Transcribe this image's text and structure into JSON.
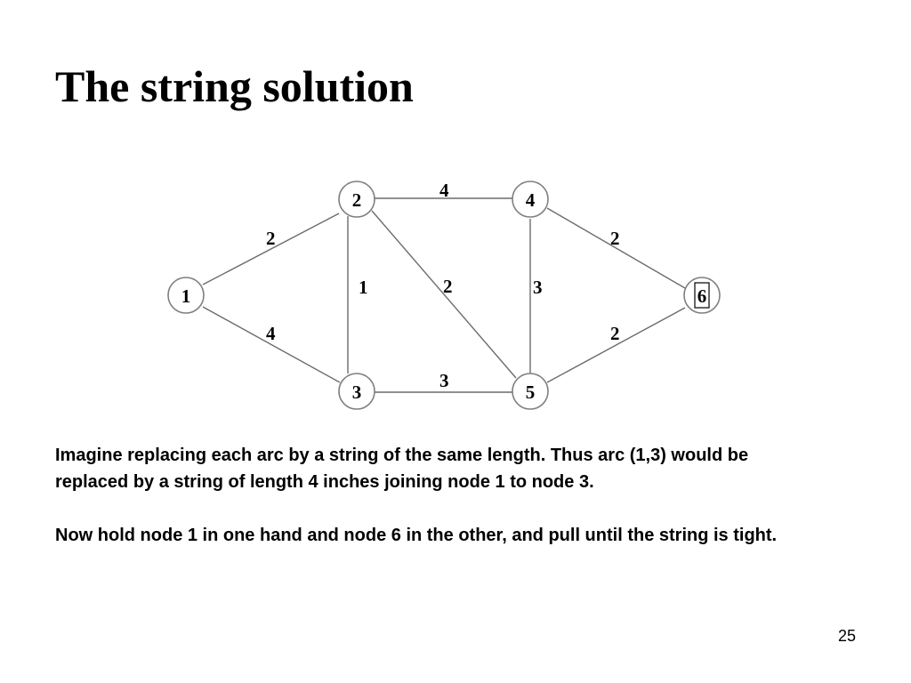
{
  "slide": {
    "title": "The string solution",
    "paragraphs": [
      "Imagine replacing each arc by a string of the same length. Thus arc (1,3) would be replaced by a string of length 4 inches joining node 1 to node 3.",
      "Now hold node 1 in one hand and node 6 in the other, and pull until the string is tight."
    ],
    "page_number": "25"
  },
  "graph": {
    "nodes": [
      {
        "id": "1",
        "label": "1"
      },
      {
        "id": "2",
        "label": "2"
      },
      {
        "id": "3",
        "label": "3"
      },
      {
        "id": "4",
        "label": "4"
      },
      {
        "id": "5",
        "label": "5"
      },
      {
        "id": "6",
        "label": "6"
      }
    ],
    "edges": [
      {
        "from": "1",
        "to": "2",
        "weight": "2"
      },
      {
        "from": "1",
        "to": "3",
        "weight": "4"
      },
      {
        "from": "2",
        "to": "3",
        "weight": "1"
      },
      {
        "from": "2",
        "to": "4",
        "weight": "4"
      },
      {
        "from": "2",
        "to": "5",
        "weight": "2"
      },
      {
        "from": "3",
        "to": "5",
        "weight": "3"
      },
      {
        "from": "4",
        "to": "5",
        "weight": "3"
      },
      {
        "from": "4",
        "to": "6",
        "weight": "2"
      },
      {
        "from": "5",
        "to": "6",
        "weight": "2"
      }
    ]
  }
}
